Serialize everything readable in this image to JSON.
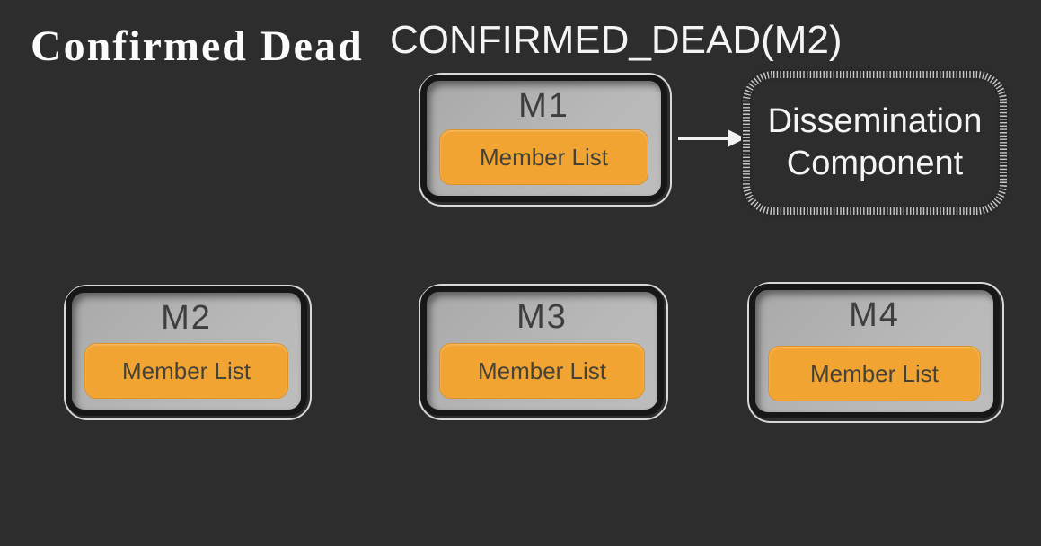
{
  "title": "Confirmed Dead",
  "event_label": "CONFIRMED_DEAD(M2)",
  "nodes": [
    {
      "id": "m1",
      "label": "M1",
      "member_list": "Member List"
    },
    {
      "id": "m2",
      "label": "M2",
      "member_list": "Member List"
    },
    {
      "id": "m3",
      "label": "M3",
      "member_list": "Member List"
    },
    {
      "id": "m4",
      "label": "M4",
      "member_list": "Member List"
    }
  ],
  "dissemination": {
    "label_line1": "Dissemination",
    "label_line2": "Component"
  },
  "connections": [
    {
      "from": "m1",
      "to": "dissemination-component",
      "style": "white-arrow-right"
    }
  ],
  "colors": {
    "background": "#2d2d2d",
    "node_fill": "#b4b4b4",
    "node_border": "#171717",
    "node_outline": "#d8d8d8",
    "member_list_fill": "#f2a433",
    "text_light": "#f4f4f4",
    "text_dark": "#3e3e3e",
    "hatch_border": "#c9c9c9",
    "arrow": "#f2f2f2"
  }
}
